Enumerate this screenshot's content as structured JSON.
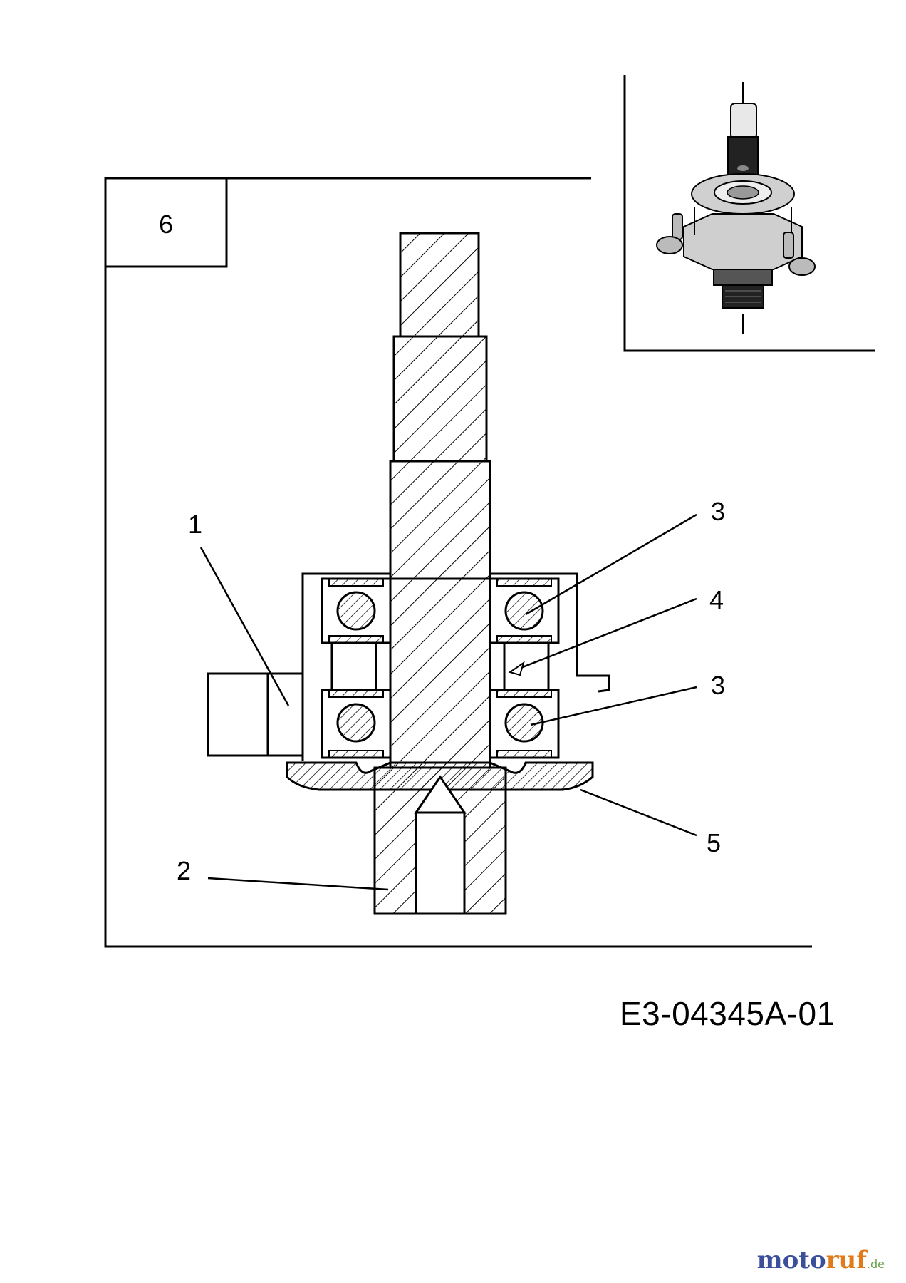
{
  "section_number": "6",
  "callouts": {
    "c1": "1",
    "c2": "2",
    "c3a": "3",
    "c3b": "3",
    "c4": "4",
    "c5": "5"
  },
  "document_id": "E3-04345A-01",
  "watermark": {
    "part1": "moto",
    "part2": "ruf",
    "part3": ".de"
  }
}
